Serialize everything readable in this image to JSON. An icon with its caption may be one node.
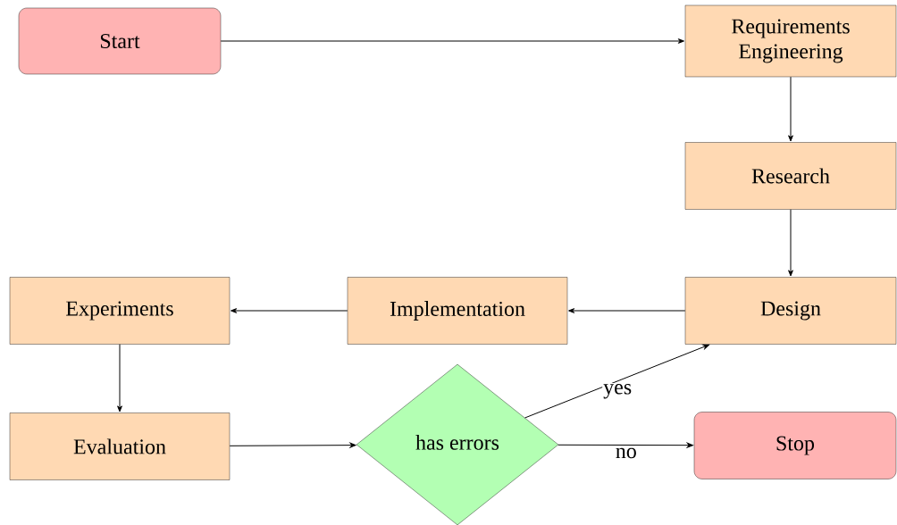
{
  "diagram": {
    "nodes": [
      {
        "text": [
          "Start"
        ]
      },
      {
        "text": [
          "Requirements Engineering"
        ]
      },
      {
        "text": [
          "Research"
        ]
      },
      {
        "text": [
          "Design"
        ]
      },
      {
        "text": [
          "Implementation"
        ]
      },
      {
        "text": [
          "Experiments"
        ]
      },
      {
        "text": [
          "Evaluation"
        ]
      },
      {
        "text": [
          "has errors"
        ]
      },
      {
        "text": [
          "Stop"
        ]
      }
    ],
    "edges": [
      {
        "from": 0,
        "to": 1,
        "arrow": "to"
      },
      {
        "from": 1,
        "to": 2,
        "arrow": "to"
      },
      {
        "from": 2,
        "to": 3,
        "arrow": "to"
      },
      {
        "from": 3,
        "to": 4,
        "arrow": "to"
      },
      {
        "from": 4,
        "to": 5,
        "arrow": "to"
      },
      {
        "from": 5,
        "to": 6,
        "arrow": "to"
      },
      {
        "from": 6,
        "to": 7,
        "arrow": "to"
      },
      {
        "from": 7,
        "to": 3,
        "arrow": "to",
        "label": "yes"
      },
      {
        "from": 7,
        "to": 8,
        "arrow": "to",
        "label": "no"
      }
    ]
  }
}
